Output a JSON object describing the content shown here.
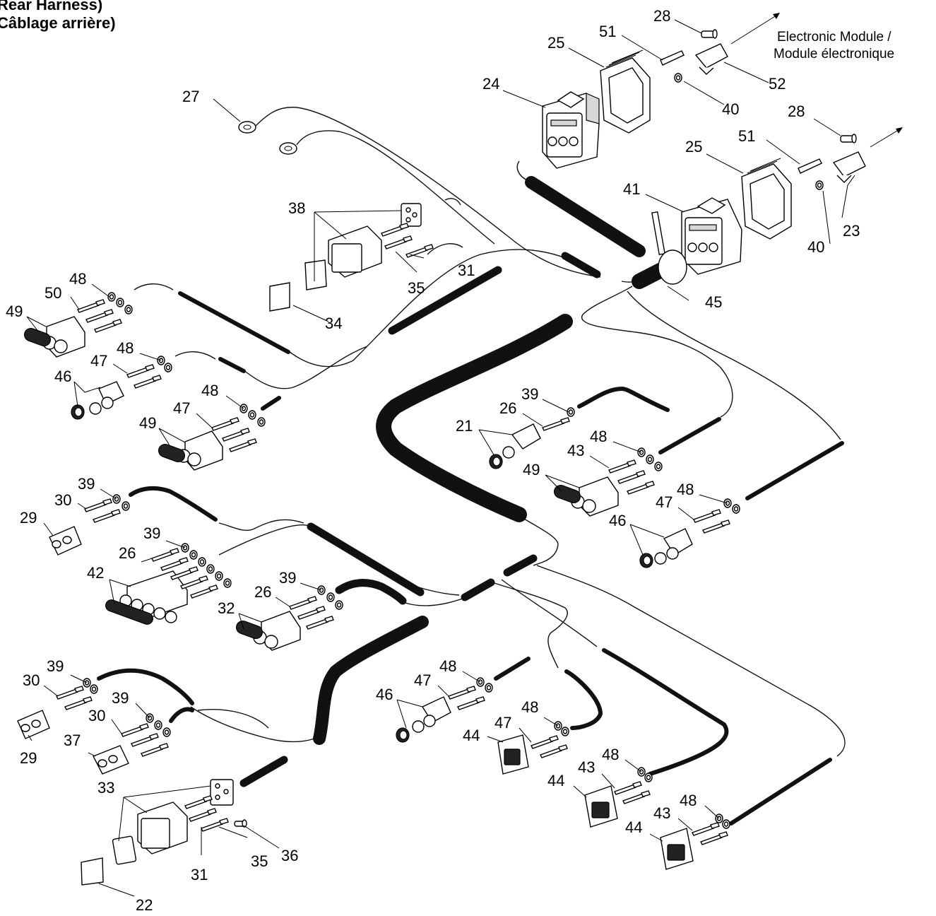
{
  "title": {
    "line1": "Rear Harness)",
    "line2": "Câblage arrière)"
  },
  "annotation": {
    "line1": "Electronic Module /",
    "line2": "Module électronique"
  },
  "callouts": {
    "c28a": "28",
    "c51a": "51",
    "c25a": "25",
    "c24": "24",
    "c52": "52",
    "c40a": "40",
    "c28b": "28",
    "c51b": "51",
    "c25b": "25",
    "c41": "41",
    "c40b": "40",
    "c23": "23",
    "c27": "27",
    "c38": "38",
    "c31a": "31",
    "c35a": "35",
    "c34": "34",
    "c45": "45",
    "c48a": "48",
    "c50": "50",
    "c49a": "49",
    "c48b": "48",
    "c47a": "47",
    "c46a": "46",
    "c48c": "48",
    "c47b": "47",
    "c49b": "49",
    "c39a": "39",
    "c26a": "26",
    "c21": "21",
    "c48d": "48",
    "c43a": "43",
    "c49c": "49",
    "c48e": "48",
    "c47c": "47",
    "c46b": "46",
    "c39b": "39",
    "c30a": "30",
    "c29a": "29",
    "c39c": "39",
    "c26b": "26",
    "c42": "42",
    "c39d": "39",
    "c26c": "26",
    "c32": "32",
    "c39e": "39",
    "c30b": "30",
    "c29b": "29",
    "c39f": "39",
    "c30c": "30",
    "c37": "37",
    "c33": "33",
    "c31b": "31",
    "c35b": "35",
    "c36": "36",
    "c22": "22",
    "c48f": "48",
    "c47d": "47",
    "c46c": "46",
    "c48g": "48",
    "c47e": "47",
    "c44a": "44",
    "c48h": "48",
    "c43b": "43",
    "c44b": "44",
    "c48i": "48",
    "c43c": "43",
    "c44c": "44"
  }
}
